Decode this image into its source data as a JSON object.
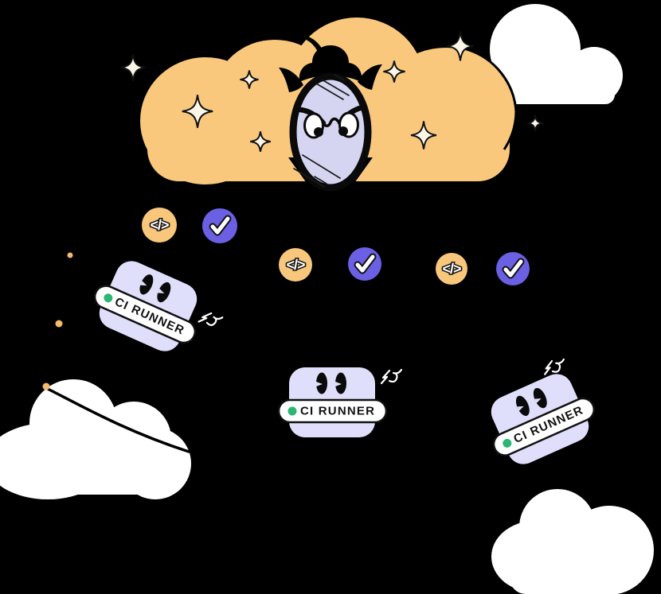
{
  "scene": {
    "description": "Cartoon illustration: an angry magic mirror peeks out of an orange cloud, sparkles around it; below are three CI runner badges with code and checkmark status bubbles, plus white clouds.",
    "background_color": "#000000"
  },
  "colors": {
    "cloud_orange": "#F9C87D",
    "cloud_white": "#FFFFFF",
    "mirror_glass": "#D5D5F2",
    "badge_lavender": "#DFDFFC",
    "code_bubble_orange": "#F8C77B",
    "check_bubble_purple": "#6B60E3",
    "status_green": "#2BB673",
    "sparkle_cream": "#FCF6E8",
    "outline": "#000000"
  },
  "icons": {
    "code_glyph": "</>",
    "check_glyph": "✓"
  },
  "runners": [
    {
      "label": "CI RUNNER"
    },
    {
      "label": "CI RUNNER"
    },
    {
      "label": "CI RUNNER"
    }
  ]
}
